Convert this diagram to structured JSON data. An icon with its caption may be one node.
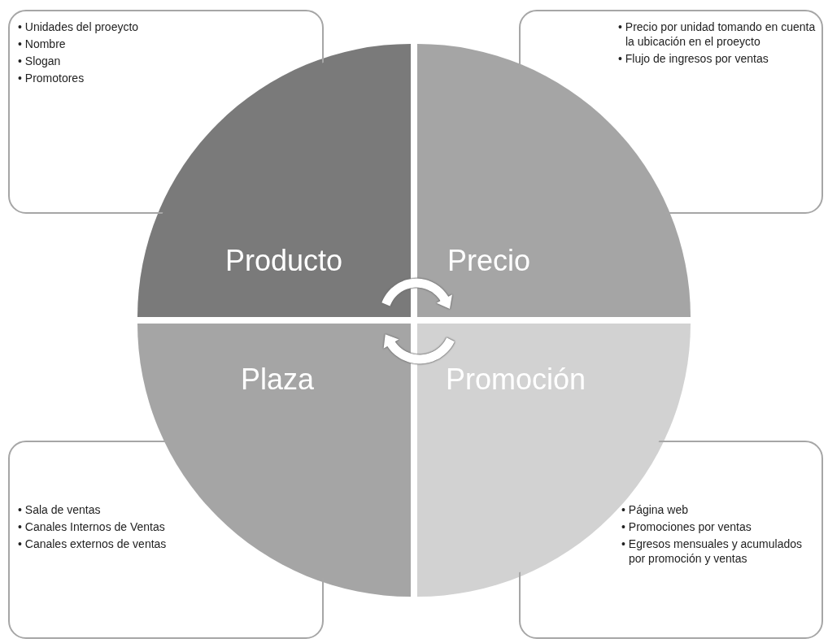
{
  "diagram": {
    "nodes": [
      {
        "text": [
          "• Unidades del proeycto",
          "• Nombre",
          "• Slogan",
          "• Promotores"
        ]
      },
      {
        "text": [
          "• Precio por unidad tomando en cuenta la ubicación en el proeycto",
          "• Flujo de ingresos por ventas"
        ]
      },
      {
        "text": [
          "Producto"
        ]
      },
      {
        "text": [
          "Precio"
        ]
      },
      {
        "text": [
          "Plaza"
        ]
      },
      {
        "text": [
          "Promoción"
        ]
      },
      {
        "text": [
          "• Sala de ventas",
          "• Canales Internos de Ventas",
          "• Canales externos de ventas"
        ]
      },
      {
        "text": [
          "• Página web",
          "• Promociones por ventas",
          "• Egresos mensuales y acumulados por promoción y ventas"
        ]
      }
    ],
    "edges": [
      {
        "from": 2,
        "to": 3,
        "arrow": "to"
      },
      {
        "from": 5,
        "to": 4,
        "arrow": "to"
      }
    ]
  }
}
